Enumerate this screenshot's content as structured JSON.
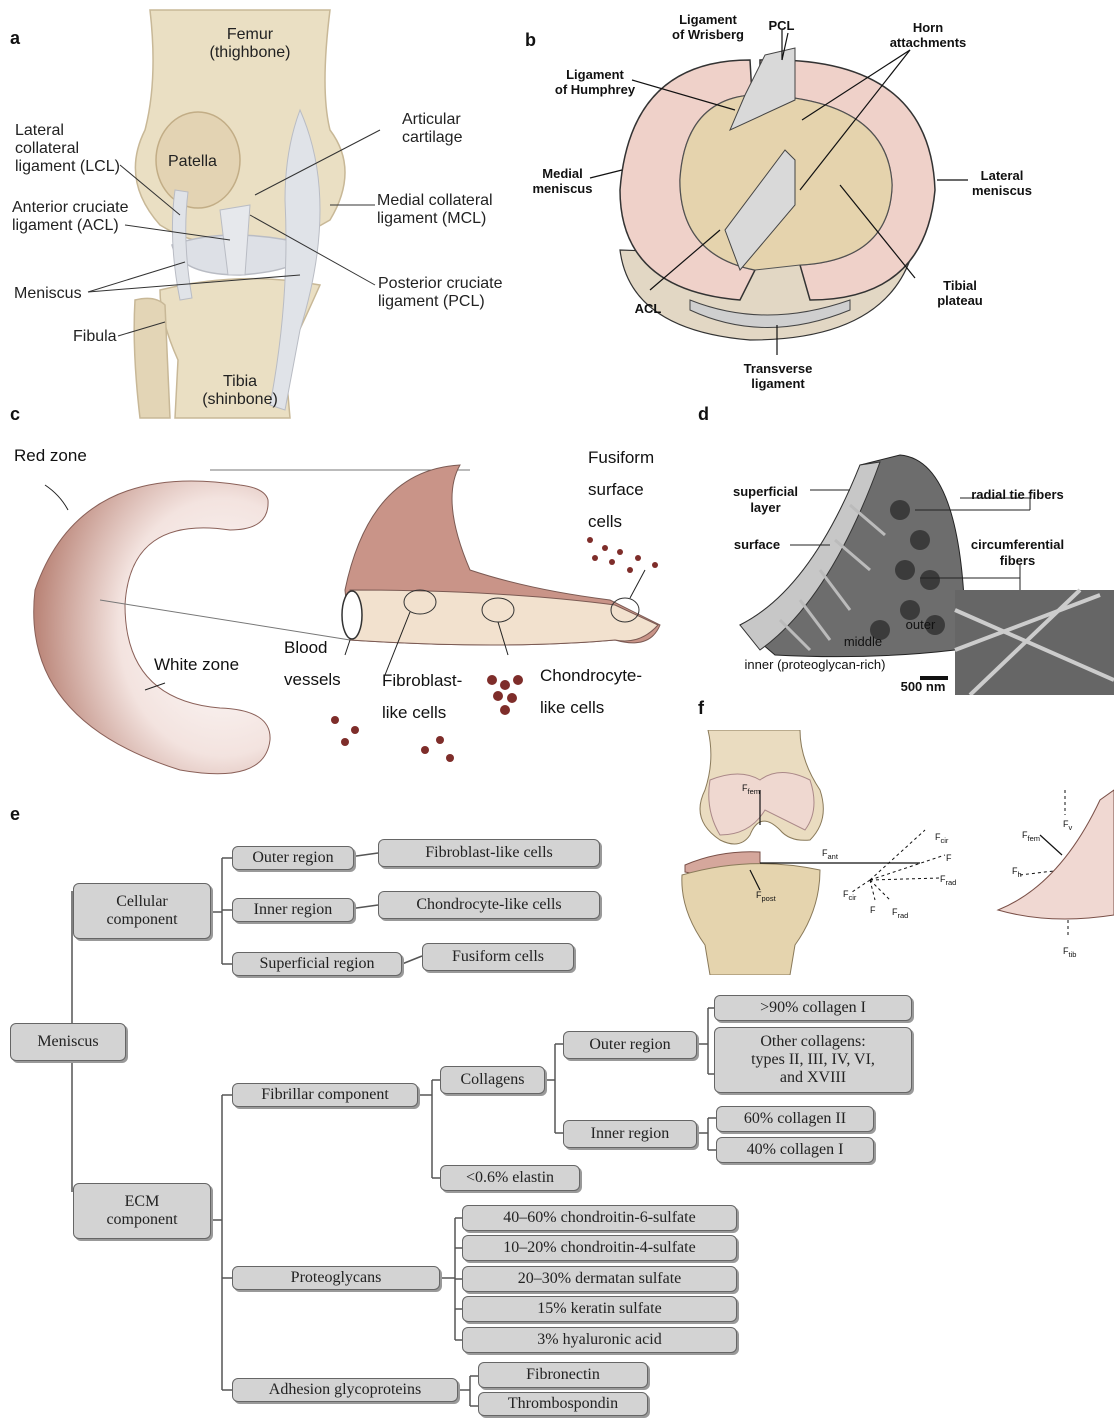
{
  "panels": {
    "a": {
      "letter": "a",
      "labels": {
        "femur": "Femur\n(thighbone)",
        "patella": "Patella",
        "lcl": "Lateral\ncollateral\nligament (LCL)",
        "articular": "Articular\ncartilage",
        "mcl": "Medial collateral\nligament (MCL)",
        "acl": "Anterior cruciate\nligament (ACL)",
        "pcl": "Posterior cruciate\nligament (PCL)",
        "meniscus": "Meniscus",
        "fibula": "Fibula",
        "tibia": "Tibia\n(shinbone)"
      }
    },
    "b": {
      "letter": "b",
      "labels": {
        "wrisberg": "Ligament\nof Wrisberg",
        "pcl": "PCL",
        "horn": "Horn\nattachments",
        "humphrey": "Ligament\nof Humphrey",
        "medial": "Medial\nmeniscus",
        "lateral": "Lateral\nmeniscus",
        "acl": "ACL",
        "tibial": "Tibial\nplateau",
        "transverse": "Transverse\nligament"
      }
    },
    "c": {
      "letter": "c",
      "labels": {
        "red_zone": "Red zone",
        "white_zone": "White zone",
        "fusiform": "Fusiform\nsurface\ncells",
        "blood": "Blood\nvessels",
        "fibroblast": "Fibroblast-\nlike cells",
        "chondrocyte": "Chondrocyte-\nlike cells"
      }
    },
    "d": {
      "letter": "d",
      "labels": {
        "superficial": "superficial\nlayer",
        "surface": "surface",
        "radial": "radial tie fibers",
        "circumferential": "circumferential\nfibers",
        "outer": "outer",
        "middle": "middle",
        "inner": "inner (proteoglycan-rich)",
        "scale": "500 nm"
      }
    },
    "f": {
      "letter": "f",
      "labels": {
        "ffem": "F",
        "ffem_sub": "fem",
        "fpost": "F",
        "fpost_sub": "post",
        "fant": "F",
        "fant_sub": "ant",
        "fcir1": "F",
        "fcir1_sub": "cir",
        "f1": "F",
        "frad1": "F",
        "frad1_sub": "rad",
        "fcir2": "F",
        "fcir2_sub": "cir",
        "f2": "F",
        "frad2": "F",
        "frad2_sub": "rad",
        "ffem2": "F",
        "ffem2_sub": "fem",
        "fv": "F",
        "fv_sub": "v",
        "fh": "F",
        "fh_sub": "h",
        "ftib": "F",
        "ftib_sub": "tib"
      }
    },
    "e": {
      "letter": "e",
      "root": "Meniscus",
      "cellular": "Cellular\ncomponent",
      "outer_region": "Outer region",
      "inner_region": "Inner region",
      "superficial_region": "Superficial region",
      "fibroblast_cells": "Fibroblast-like cells",
      "chondrocyte_cells": "Chondrocyte-like cells",
      "fusiform_cells": "Fusiform cells",
      "ecm": "ECM\ncomponent",
      "fibrillar": "Fibrillar component",
      "collagens": "Collagens",
      "col_outer": "Outer region",
      "col_inner": "Inner region",
      "col_90": ">90% collagen I",
      "col_other": "Other collagens:\ntypes II, III, IV, VI,\nand XVIII",
      "col_60": "60% collagen II",
      "col_40": "40% collagen I",
      "elastin": "<0.6% elastin",
      "proteoglycans": "Proteoglycans",
      "pg1": "40–60% chondroitin-6-sulfate",
      "pg2": "10–20% chondroitin-4-sulfate",
      "pg3": "20–30% dermatan sulfate",
      "pg4": "15% keratin sulfate",
      "pg5": "3% hyaluronic acid",
      "adhesion": "Adhesion glycoproteins",
      "fibronectin": "Fibronectin",
      "thrombospondin": "Thrombospondin"
    }
  },
  "colors": {
    "bone": "#e9dcc0",
    "meniscus_pink": "#e8b8b0",
    "ligament": "#e4e6ea",
    "box_fill": "#d3d3d3"
  }
}
